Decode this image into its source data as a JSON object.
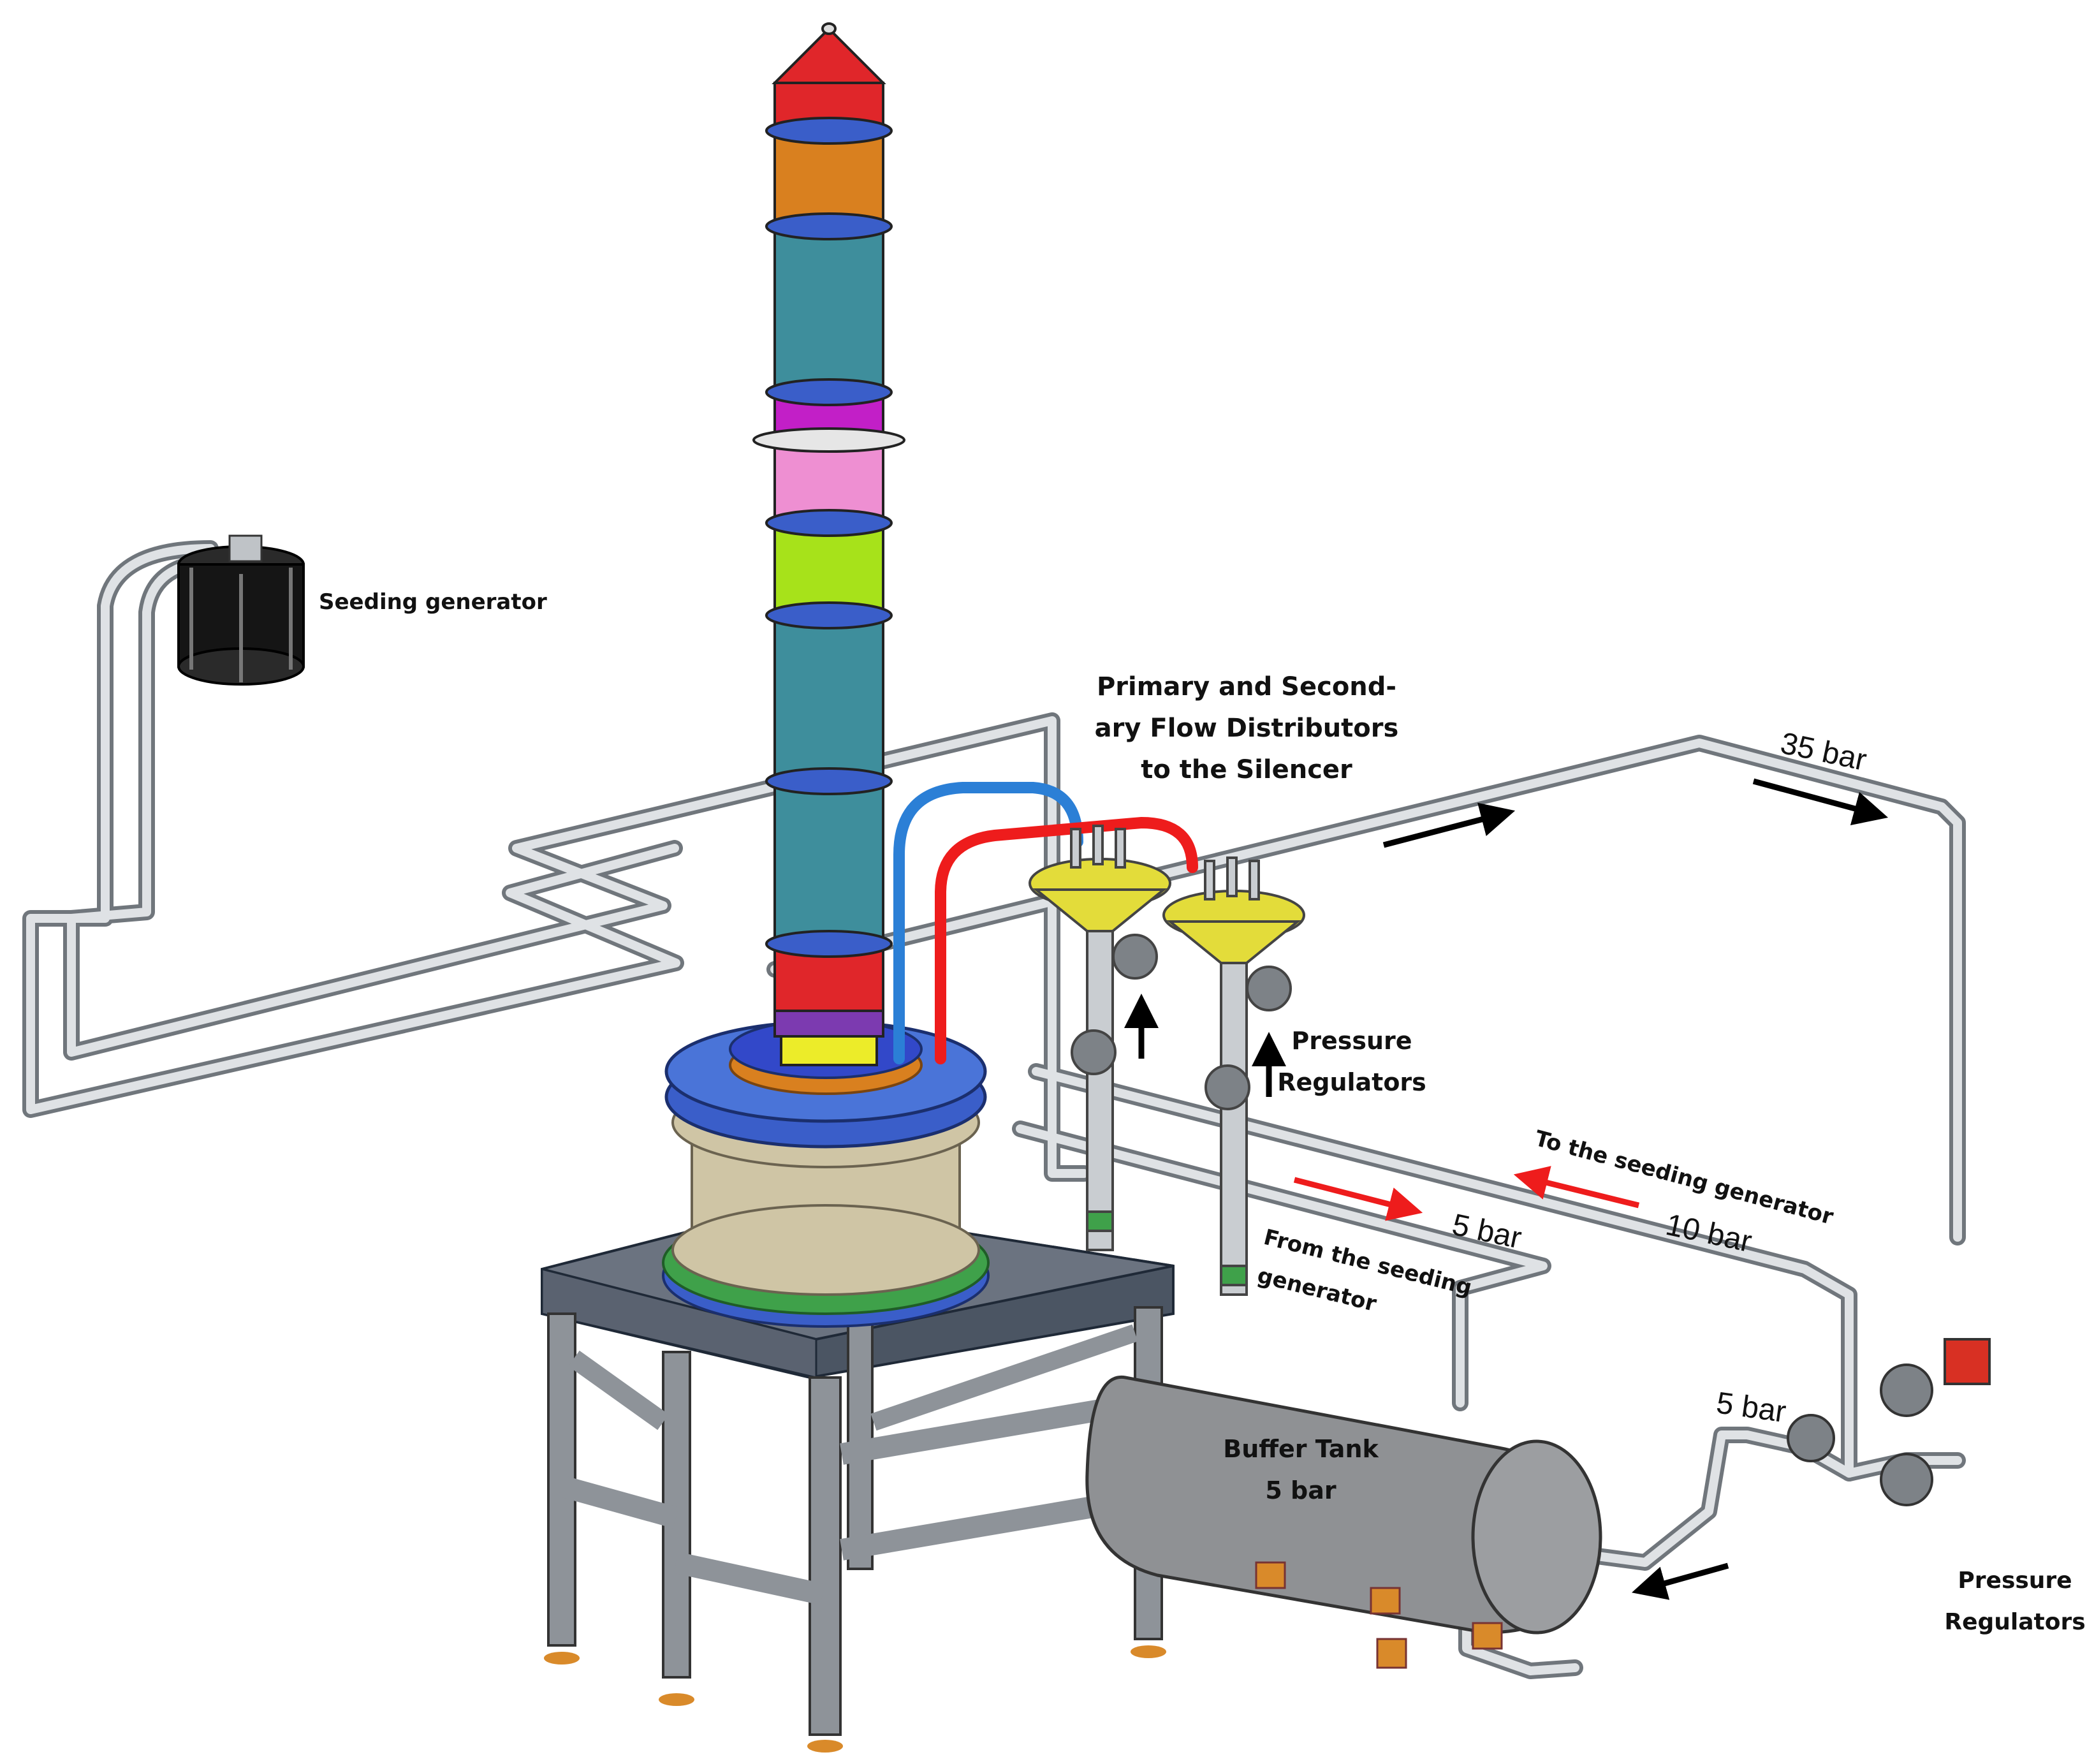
{
  "labels": {
    "seeding_generator": "Seeding generator",
    "flow_distributors_line1": "Primary and Second-",
    "flow_distributors_line2": "ary Flow Distributors",
    "flow_distributors_line3": "to the Silencer",
    "pressure_regulators_mid_line1": "Pressure",
    "pressure_regulators_mid_line2": "Regulators",
    "pressure_regulators_right_line1": "Pressure",
    "pressure_regulators_right_line2": "Regulators",
    "buffer_tank_line1": "Buffer Tank",
    "buffer_tank_line2": "5 bar",
    "from_seeding_line1": "From the seeding",
    "from_seeding_line2": "generator",
    "to_seeding": "To the seeding generator",
    "pressure_35": "35 bar",
    "pressure_10": "10 bar",
    "pressure_5_upper": "5 bar",
    "pressure_5_lower": "5 bar"
  },
  "colors": {
    "column_cone": "#e0262a",
    "column_orange": "#d9801f",
    "column_teal": "#3e8e9c",
    "column_magenta": "#c21fc7",
    "column_pink": "#ee8fd2",
    "column_lime": "#a7e21a",
    "column_red": "#e0262a",
    "column_purple": "#7c3ab0",
    "column_yellow": "#ecec29",
    "flange_blue": "#3a5ec9",
    "housing_beige": "#cfc5a5",
    "pipe_grey": "#c9cdd1",
    "tank_grey": "#8f9194",
    "stand_grey": "#8e9399",
    "distributor_yellow": "#e3dc3a",
    "hose_blue": "#2b7fd6",
    "hose_red": "#ee1c1c",
    "arrow_red": "#ee1c1c",
    "arrow_black": "#000000",
    "valve_red": "#d83023",
    "foot_orange": "#d98a2a"
  }
}
